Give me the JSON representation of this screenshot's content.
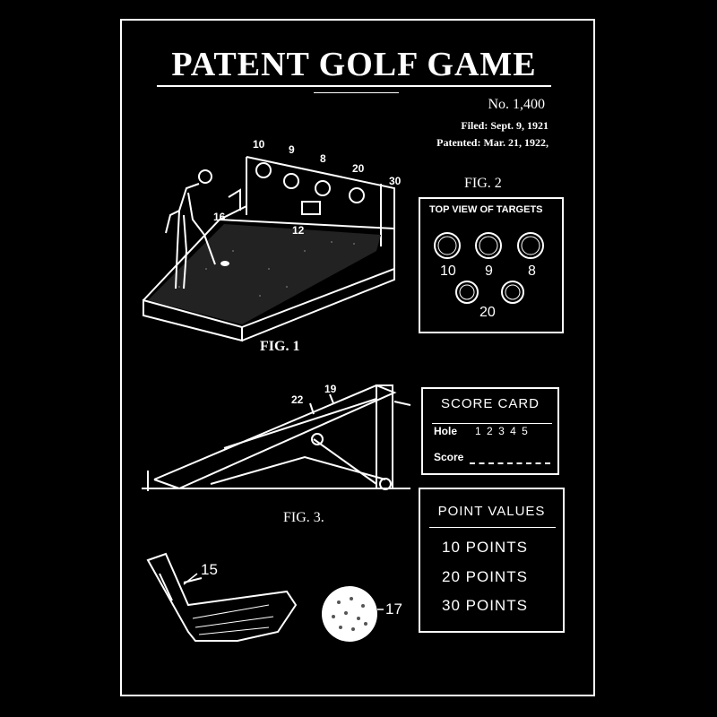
{
  "title": "PATENT GOLF GAME",
  "patent": {
    "number": "No. 1,400",
    "filed": "Filed: Sept. 9, 1921",
    "patented": "Patented: Mar. 21, 1922,"
  },
  "fig1": {
    "label": "FIG. 1",
    "callouts": [
      "10",
      "9",
      "8",
      "20",
      "30",
      "16",
      "12"
    ]
  },
  "fig2": {
    "label": "FIG. 2",
    "box_title": "TOP VIEW OF TARGETS",
    "targets": [
      "10",
      "9",
      "8",
      "20"
    ]
  },
  "fig3": {
    "label": "FIG. 3.",
    "callouts": [
      "22",
      "19"
    ]
  },
  "score_card": {
    "title": "SCORE CARD",
    "hole_label": "Hole",
    "holes": [
      "1",
      "2",
      "3",
      "4",
      "5"
    ],
    "score_label": "Score"
  },
  "point_values": {
    "title": "POINT VALUES",
    "items": [
      "10 POINTS",
      "20 POINTS",
      "30 POINTS"
    ]
  },
  "parts": {
    "club_callout": "15",
    "ball_callout": "17"
  }
}
